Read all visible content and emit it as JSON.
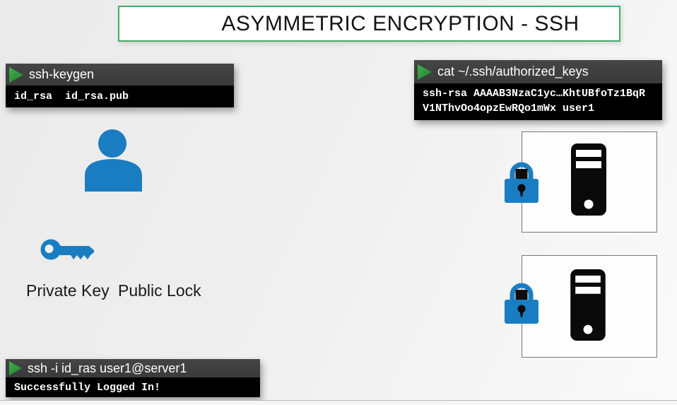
{
  "title": "ASYMMETRIC ENCRYPTION - SSH",
  "terminals": {
    "keygen": {
      "command": "ssh-keygen",
      "output_lines": [
        "id_rsa  id_rsa.pub"
      ]
    },
    "authorized_keys": {
      "command": "cat ~/.ssh/authorized_keys",
      "output_lines": [
        "ssh-rsa AAAAB3NzaC1yc…KhtUBfoTz1BqR",
        "V1NThvOo4opzEwRQo1mWx user1"
      ]
    },
    "login": {
      "command": "ssh -i id_ras user1@server1",
      "output_lines": [
        "Successfully Logged In!"
      ]
    }
  },
  "labels": {
    "private_key": "Private Key",
    "public_lock": "Public Lock"
  },
  "icons": {
    "prompt": "play-prompt-icon",
    "user": "person-icon",
    "key": "key-icon",
    "lock": "padlock-icon",
    "server": "server-tower-icon"
  },
  "colors": {
    "accent_blue": "#1a7dc2",
    "prompt_green_light": "#43b14b",
    "prompt_green_dark": "#1d7f2f",
    "title_border_green": "#4ba767",
    "terminal_header": "#3d3d3d",
    "terminal_body": "#000000"
  }
}
